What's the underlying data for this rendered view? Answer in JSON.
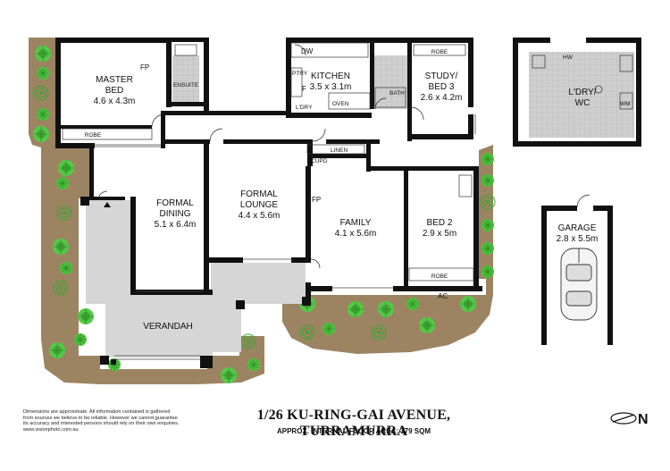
{
  "rooms": {
    "master_bed": {
      "name": "MASTER\nBED",
      "dim": "4.6 x 4.3m"
    },
    "kitchen": {
      "name": "KITCHEN",
      "dim": "3.5 x 3.1m"
    },
    "study": {
      "name": "STUDY/\nBED 3",
      "dim": "2.6 x 4.2m"
    },
    "laundry": {
      "name": "L'DRY/\nWC"
    },
    "formal_dining": {
      "name": "FORMAL\nDINING",
      "dim": "5.1 x 6.4m"
    },
    "formal_lounge": {
      "name": "FORMAL\nLOUNGE",
      "dim": "4.4 x 5.6m"
    },
    "family": {
      "name": "FAMILY",
      "dim": "4.1 x 5.6m"
    },
    "bed2": {
      "name": "BED 2",
      "dim": "2.9 x 5m"
    },
    "garage": {
      "name": "GARAGE",
      "dim": "2.8 x 5.5m"
    },
    "verandah": {
      "name": "VERANDAH"
    }
  },
  "labels": {
    "fp": "FP",
    "ensuite": "ENSUITE",
    "robe": "ROBE",
    "dw": "DW",
    "ptry": "PTRY",
    "f": "F",
    "ldry": "L'DRY",
    "oven": "OVEN",
    "bath": "BATH",
    "linen": "LINEN",
    "cupd": "CUPD",
    "ac": "AC",
    "hw": "HW",
    "wm": "WM"
  },
  "footer": {
    "disclaimer": [
      "Dimensions are approximate. All information contained is gathered",
      "from sources we believe to be reliable. However we cannot guarantee",
      "its accuracy and interested persons should rely on their own enquiries.",
      "www.visionphoto.com.au"
    ],
    "address": "1/26 KU-RING-GAI AVENUE, TURRAMURRA",
    "area": "APPROX. INTERNAL FLOOR AREA: 179 SQM"
  },
  "compass": {
    "letter": "N"
  },
  "colors": {
    "wall": "#111111",
    "verandah": "#d6d6d6",
    "garden": "#9c8462",
    "plant": "#4bc23c",
    "wet_tile": "#c9c9c9"
  }
}
